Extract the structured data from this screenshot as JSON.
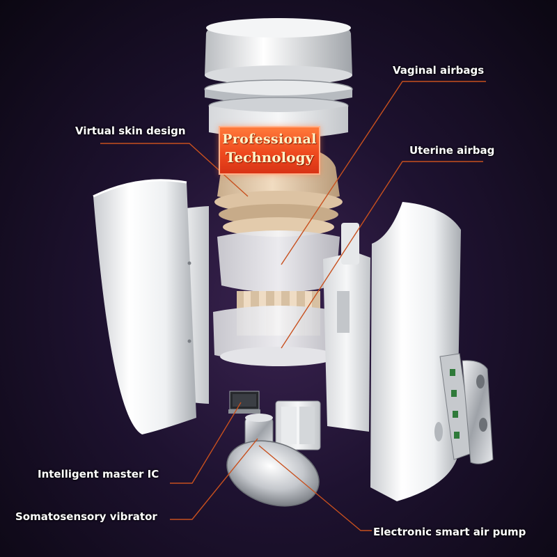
{
  "badge": {
    "line1": "Professional",
    "line2": "Technology"
  },
  "callouts": {
    "vaginal_airbags": "Vaginal airbags",
    "virtual_skin_design": "Virtual skin design",
    "uterine_airbag": "Uterine airbag",
    "intelligent_master_ic": "Intelligent master IC",
    "somatosensory_vibrator": "Somatosensory vibrator",
    "electronic_smart_air_pump": "Electronic smart air pump"
  },
  "colors": {
    "leader_line": "#c8501e",
    "badge_fill": "#ef4a1f",
    "badge_text": "#fff4c8",
    "label_text": "#ffffff"
  }
}
